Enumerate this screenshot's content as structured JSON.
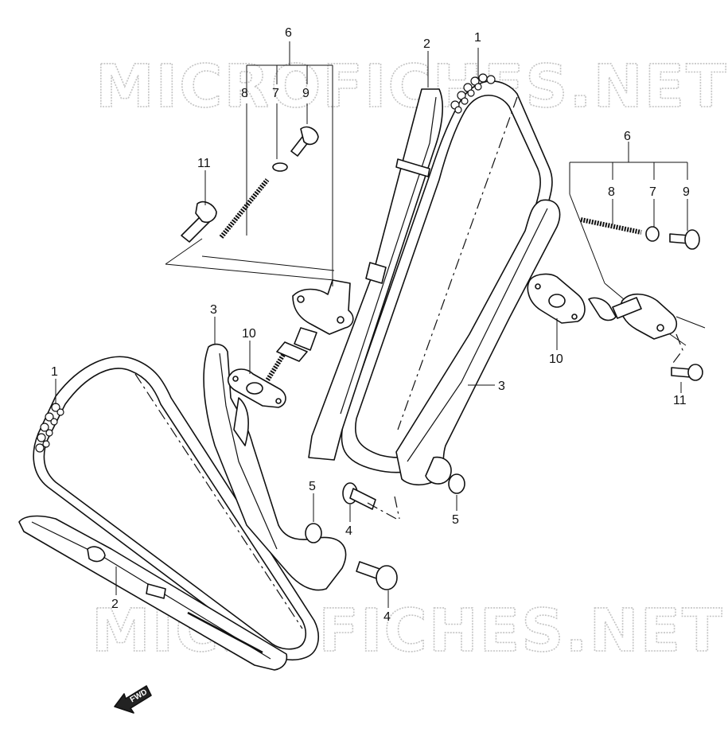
{
  "watermark": {
    "top": "MICROFICHES.NET",
    "bottom": "MICROFICHES.NET"
  },
  "callouts": {
    "c1_top": "1",
    "c1_left": "1",
    "c2_top": "2",
    "c2_bottom": "2",
    "c3_left": "3",
    "c3_right": "3",
    "c4_upper": "4",
    "c4_lower": "4",
    "c5_left": "5",
    "c5_right": "5",
    "c6_left": "6",
    "c6_right": "6",
    "c7_left": "7",
    "c7_right": "7",
    "c8_left": "8",
    "c8_right": "8",
    "c9_left": "9",
    "c9_right": "9",
    "c10_left": "10",
    "c10_right": "10",
    "c11_left": "11",
    "c11_right": "11"
  },
  "fwd_label": "FWD"
}
